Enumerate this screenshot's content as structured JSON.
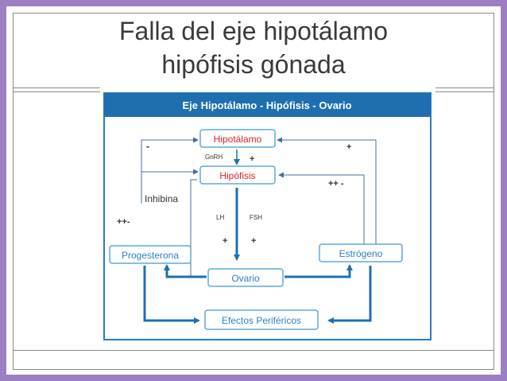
{
  "slide": {
    "title_line1": "Falla del eje hipotálamo",
    "title_line2": "hipófisis gónada"
  },
  "diagram": {
    "header": "Eje Hipotálamo - Hipófisis - Ovario",
    "nodes": {
      "hipotalamo": "Hipotálamo",
      "hipofisis": "Hipófisis",
      "progesterona": "Progesterona",
      "estrogeno": "Estrógeno",
      "ovario": "Ovario",
      "efectos": "Efectos Periféricos"
    },
    "labels": {
      "gnrh": "GnRH",
      "gnrh_sign": "+",
      "lh": "LH",
      "fsh": "FSH",
      "lh_sign": "+",
      "fsh_sign": "+",
      "inhibina": "Inhibina",
      "left_minus": "-",
      "left_ppm": "++-",
      "right_plus": "+",
      "right_ppm": "++ -"
    },
    "colors": {
      "header_bg": "#1f6fb0",
      "border": "#2a7bbf",
      "node_border": "#5fa8d8",
      "node_text_red": "#d9262b",
      "node_text_blue": "#2f80c4",
      "arrow": "#1f6fb0",
      "feedback": "#4a6fa0"
    }
  }
}
